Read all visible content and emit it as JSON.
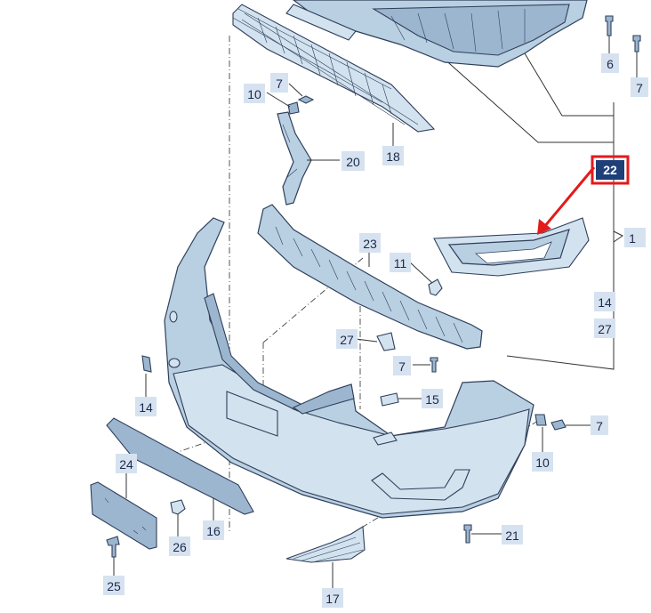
{
  "labels": {
    "l1": "1",
    "l6": "6",
    "l7a": "7",
    "l7b": "7",
    "l7c": "7",
    "l7d": "7",
    "l10a": "10",
    "l10b": "10",
    "l11": "11",
    "l14a": "14",
    "l14b": "14",
    "l15": "15",
    "l16": "16",
    "l17": "17",
    "l18": "18",
    "l20": "20",
    "l21": "21",
    "l22": "22",
    "l23": "23",
    "l24": "24",
    "l25": "25",
    "l26": "26",
    "l27a": "27",
    "l27b": "27"
  },
  "colors": {
    "highlight": "#e21b1b",
    "callout_fill": "#1e3f78",
    "label_bg": "#d6e2f0",
    "part_fill": "#b9cfe2"
  }
}
